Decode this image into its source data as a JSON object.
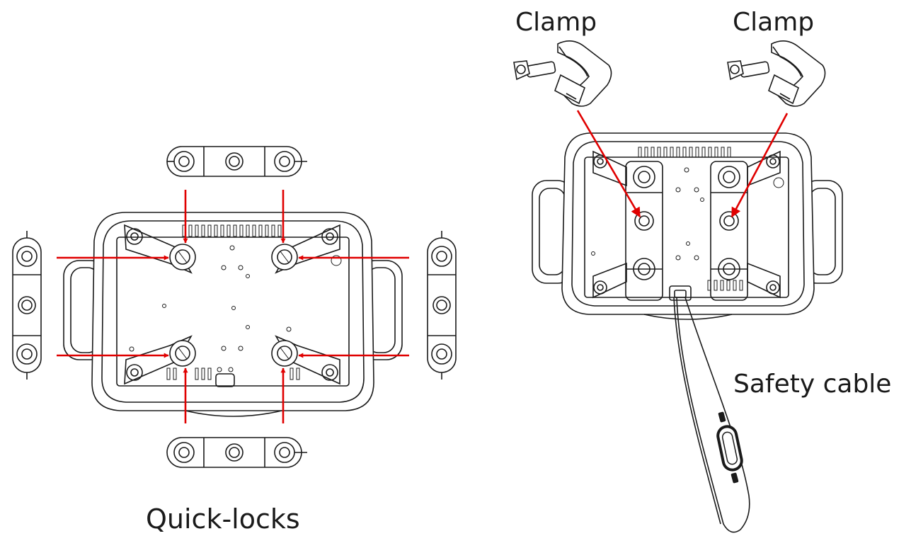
{
  "labels": {
    "clamp_left": "Clamp",
    "clamp_right": "Clamp",
    "safety_cable": "Safety cable",
    "quick_locks": "Quick-locks"
  },
  "colors": {
    "arrow": "#e00000",
    "line": "#1a1a1a",
    "background": "#ffffff"
  }
}
